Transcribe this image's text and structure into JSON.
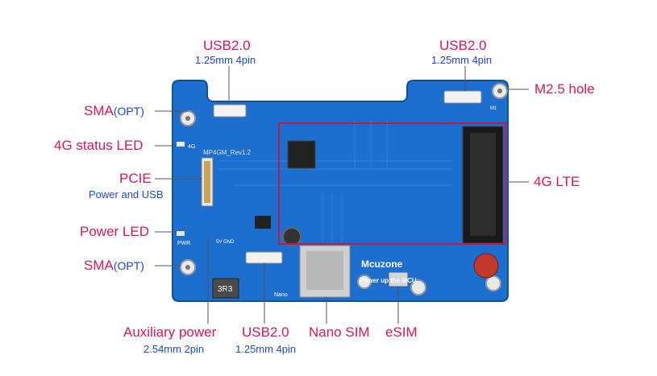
{
  "labels": {
    "usb_top_left": {
      "title": "USB2.0",
      "sub": "1.25mm 4pin"
    },
    "usb_top_right": {
      "title": "USB2.0",
      "sub": "1.25mm 4pin"
    },
    "m25_hole": "M2.5 hole",
    "sma_top": {
      "title": "SMA",
      "opt": "(OPT)"
    },
    "status_led": "4G status LED",
    "pcie": {
      "title": "PCIE",
      "sub": "Power and USB"
    },
    "power_led": "Power LED",
    "sma_bottom": {
      "title": "SMA",
      "opt": "(OPT)"
    },
    "lte": "4G LTE",
    "aux_power": {
      "title": "Auxiliary power",
      "sub": "2.54mm 2pin"
    },
    "usb_bottom": {
      "title": "USB2.0",
      "sub": "1.25mm 4pin"
    },
    "nano_sim": "Nano SIM",
    "esim": "eSIM"
  },
  "board": {
    "silk_model": "MP4GM_Rev1.2",
    "brand": "Mcuzone",
    "tagline": "Power up the MCU",
    "pwr": "PWR",
    "inductor": "3R3",
    "sim_tag": "Nano",
    "led_tag": "4G",
    "gnd_tag": "5V GND",
    "m1_tag": "M1"
  },
  "colors": {
    "label": "#d6175a",
    "sub": "#1f48c8",
    "pcb": "#1c6fcf",
    "highlight": "#c01a4a"
  }
}
